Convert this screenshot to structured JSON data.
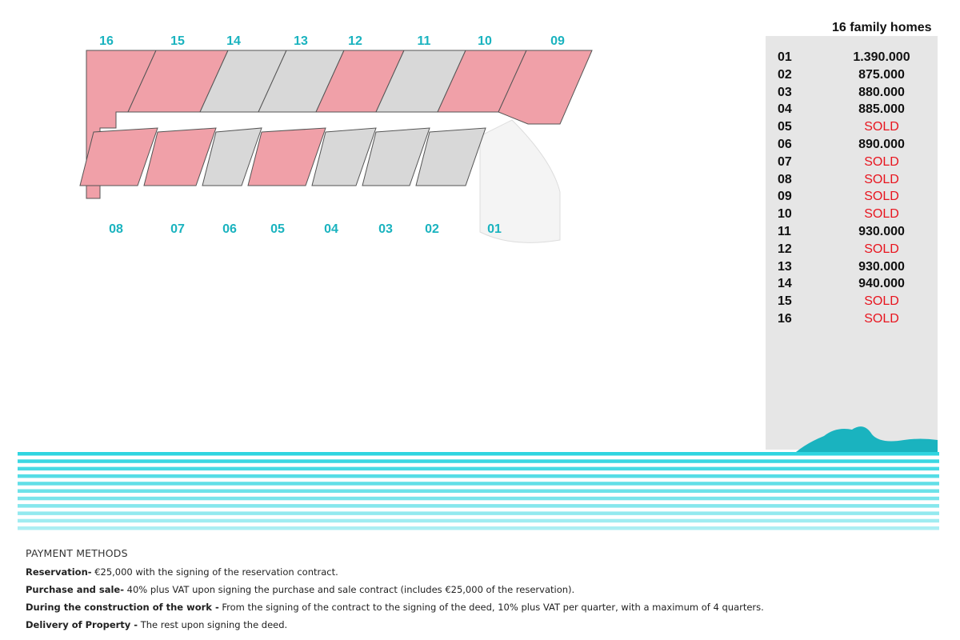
{
  "plan": {
    "top_labels": [
      "16",
      "15",
      "14",
      "13",
      "12",
      "11",
      "10",
      "09"
    ],
    "bottom_labels": [
      "08",
      "07",
      "06",
      "05",
      "04",
      "03",
      "02",
      "01"
    ]
  },
  "table": {
    "title": "16 family homes",
    "rows": [
      {
        "unit": "01",
        "value": "1.390.000",
        "sold": false
      },
      {
        "unit": "02",
        "value": "875.000",
        "sold": false
      },
      {
        "unit": "03",
        "value": "880.000",
        "sold": false
      },
      {
        "unit": "04",
        "value": "885.000",
        "sold": false
      },
      {
        "unit": "05",
        "value": "SOLD",
        "sold": true
      },
      {
        "unit": "06",
        "value": "890.000",
        "sold": false
      },
      {
        "unit": "07",
        "value": "SOLD",
        "sold": true
      },
      {
        "unit": "08",
        "value": "SOLD",
        "sold": true
      },
      {
        "unit": "09",
        "value": "SOLD",
        "sold": true
      },
      {
        "unit": "10",
        "value": "SOLD",
        "sold": true
      },
      {
        "unit": "11",
        "value": "930.000",
        "sold": false
      },
      {
        "unit": "12",
        "value": "SOLD",
        "sold": true
      },
      {
        "unit": "13",
        "value": "930.000",
        "sold": false
      },
      {
        "unit": "14",
        "value": "940.000",
        "sold": false
      },
      {
        "unit": "15",
        "value": "SOLD",
        "sold": true
      },
      {
        "unit": "16",
        "value": "SOLD",
        "sold": true
      }
    ]
  },
  "colors": {
    "sold": "#f0a0a8",
    "available": "#d8d8d8",
    "accent": "#1ab3bf",
    "sold_text": "#e8141e"
  },
  "payment": {
    "heading": "PAYMENT METHODS",
    "items": [
      {
        "term": "Reservation-",
        "text": " €25,000 with the signing of the reservation contract."
      },
      {
        "term": "Purchase and sale-",
        "text": " 40% plus VAT upon signing the purchase and sale contract (includes €25,000 of the reservation)."
      },
      {
        "term": "During the construction of the work -",
        "text": " From the signing of the contract to the signing of the deed, 10% plus VAT per quarter, with a maximum of 4 quarters."
      },
      {
        "term": "Delivery of Property -",
        "text": " The rest upon signing the deed."
      }
    ]
  }
}
